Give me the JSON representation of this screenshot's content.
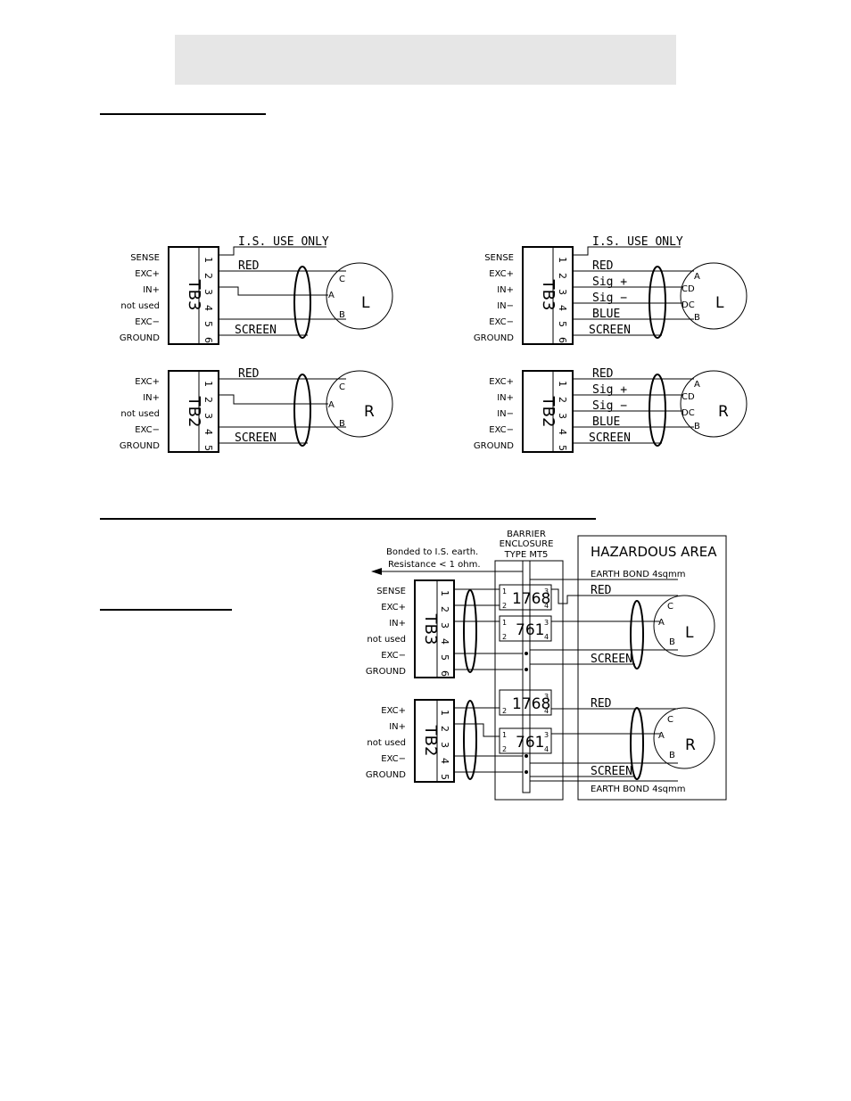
{
  "labels": {
    "sense": "SENSE",
    "exc_plus": "EXC+",
    "in_plus": "IN+",
    "in_minus": "IN−",
    "not_used": "not used",
    "exc_minus": "EXC−",
    "ground": "GROUND",
    "is_use_only": "I.S. USE ONLY",
    "red": "RED",
    "blue": "BLUE",
    "screen": "SCREEN",
    "sig_plus": "Sig +",
    "sig_minus": "Sig −",
    "tb3": "TB3",
    "tb2": "TB2",
    "left": "L",
    "right": "R",
    "pin_a": "A",
    "pin_b": "B",
    "pin_c": "C",
    "pin_cd": "CD",
    "pin_dc": "DC",
    "bonded_line1": "Bonded to I.S. earth.",
    "bonded_line2": "Resistance < 1 ohm.",
    "barrier_line1": "BARRIER",
    "barrier_line2": "ENCLOSURE",
    "barrier_line3": "TYPE MT5",
    "hazardous_area": "HAZARDOUS AREA",
    "earth_bond": "EARTH BOND 4sqmm",
    "barrier_1768": "1768",
    "barrier_761": "761"
  },
  "terminal_numbers": [
    "1",
    "2",
    "3",
    "4",
    "5",
    "6"
  ]
}
